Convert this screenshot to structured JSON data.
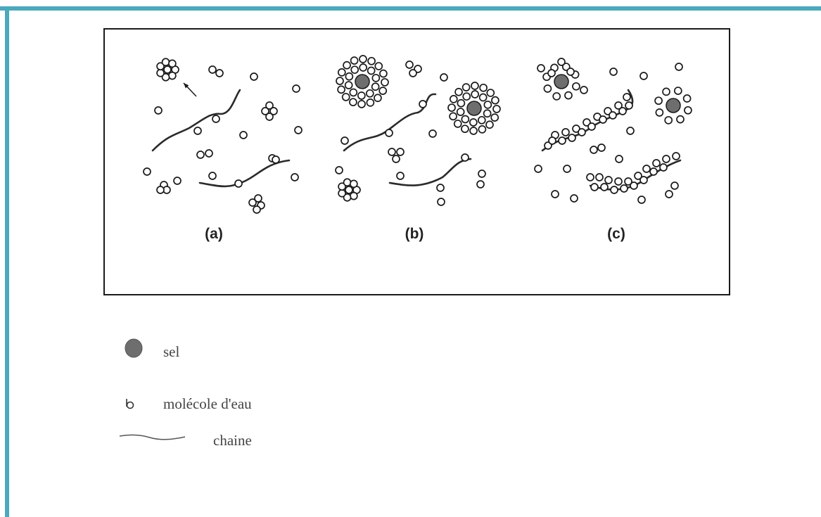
{
  "colors": {
    "frame": "#4aa9bd",
    "salt": "#6e6e6e",
    "ink": "#1a1a1a"
  },
  "figure": {
    "panels": [
      {
        "label": "(a)"
      },
      {
        "label": "(b)"
      },
      {
        "label": "(c)"
      }
    ]
  },
  "legend": {
    "items": [
      {
        "icon": "salt-particle-icon",
        "label": "sel"
      },
      {
        "icon": "water-molecule-icon",
        "label": "molécole d'eau"
      },
      {
        "icon": "chain-line-icon",
        "label": "chaine"
      }
    ]
  }
}
